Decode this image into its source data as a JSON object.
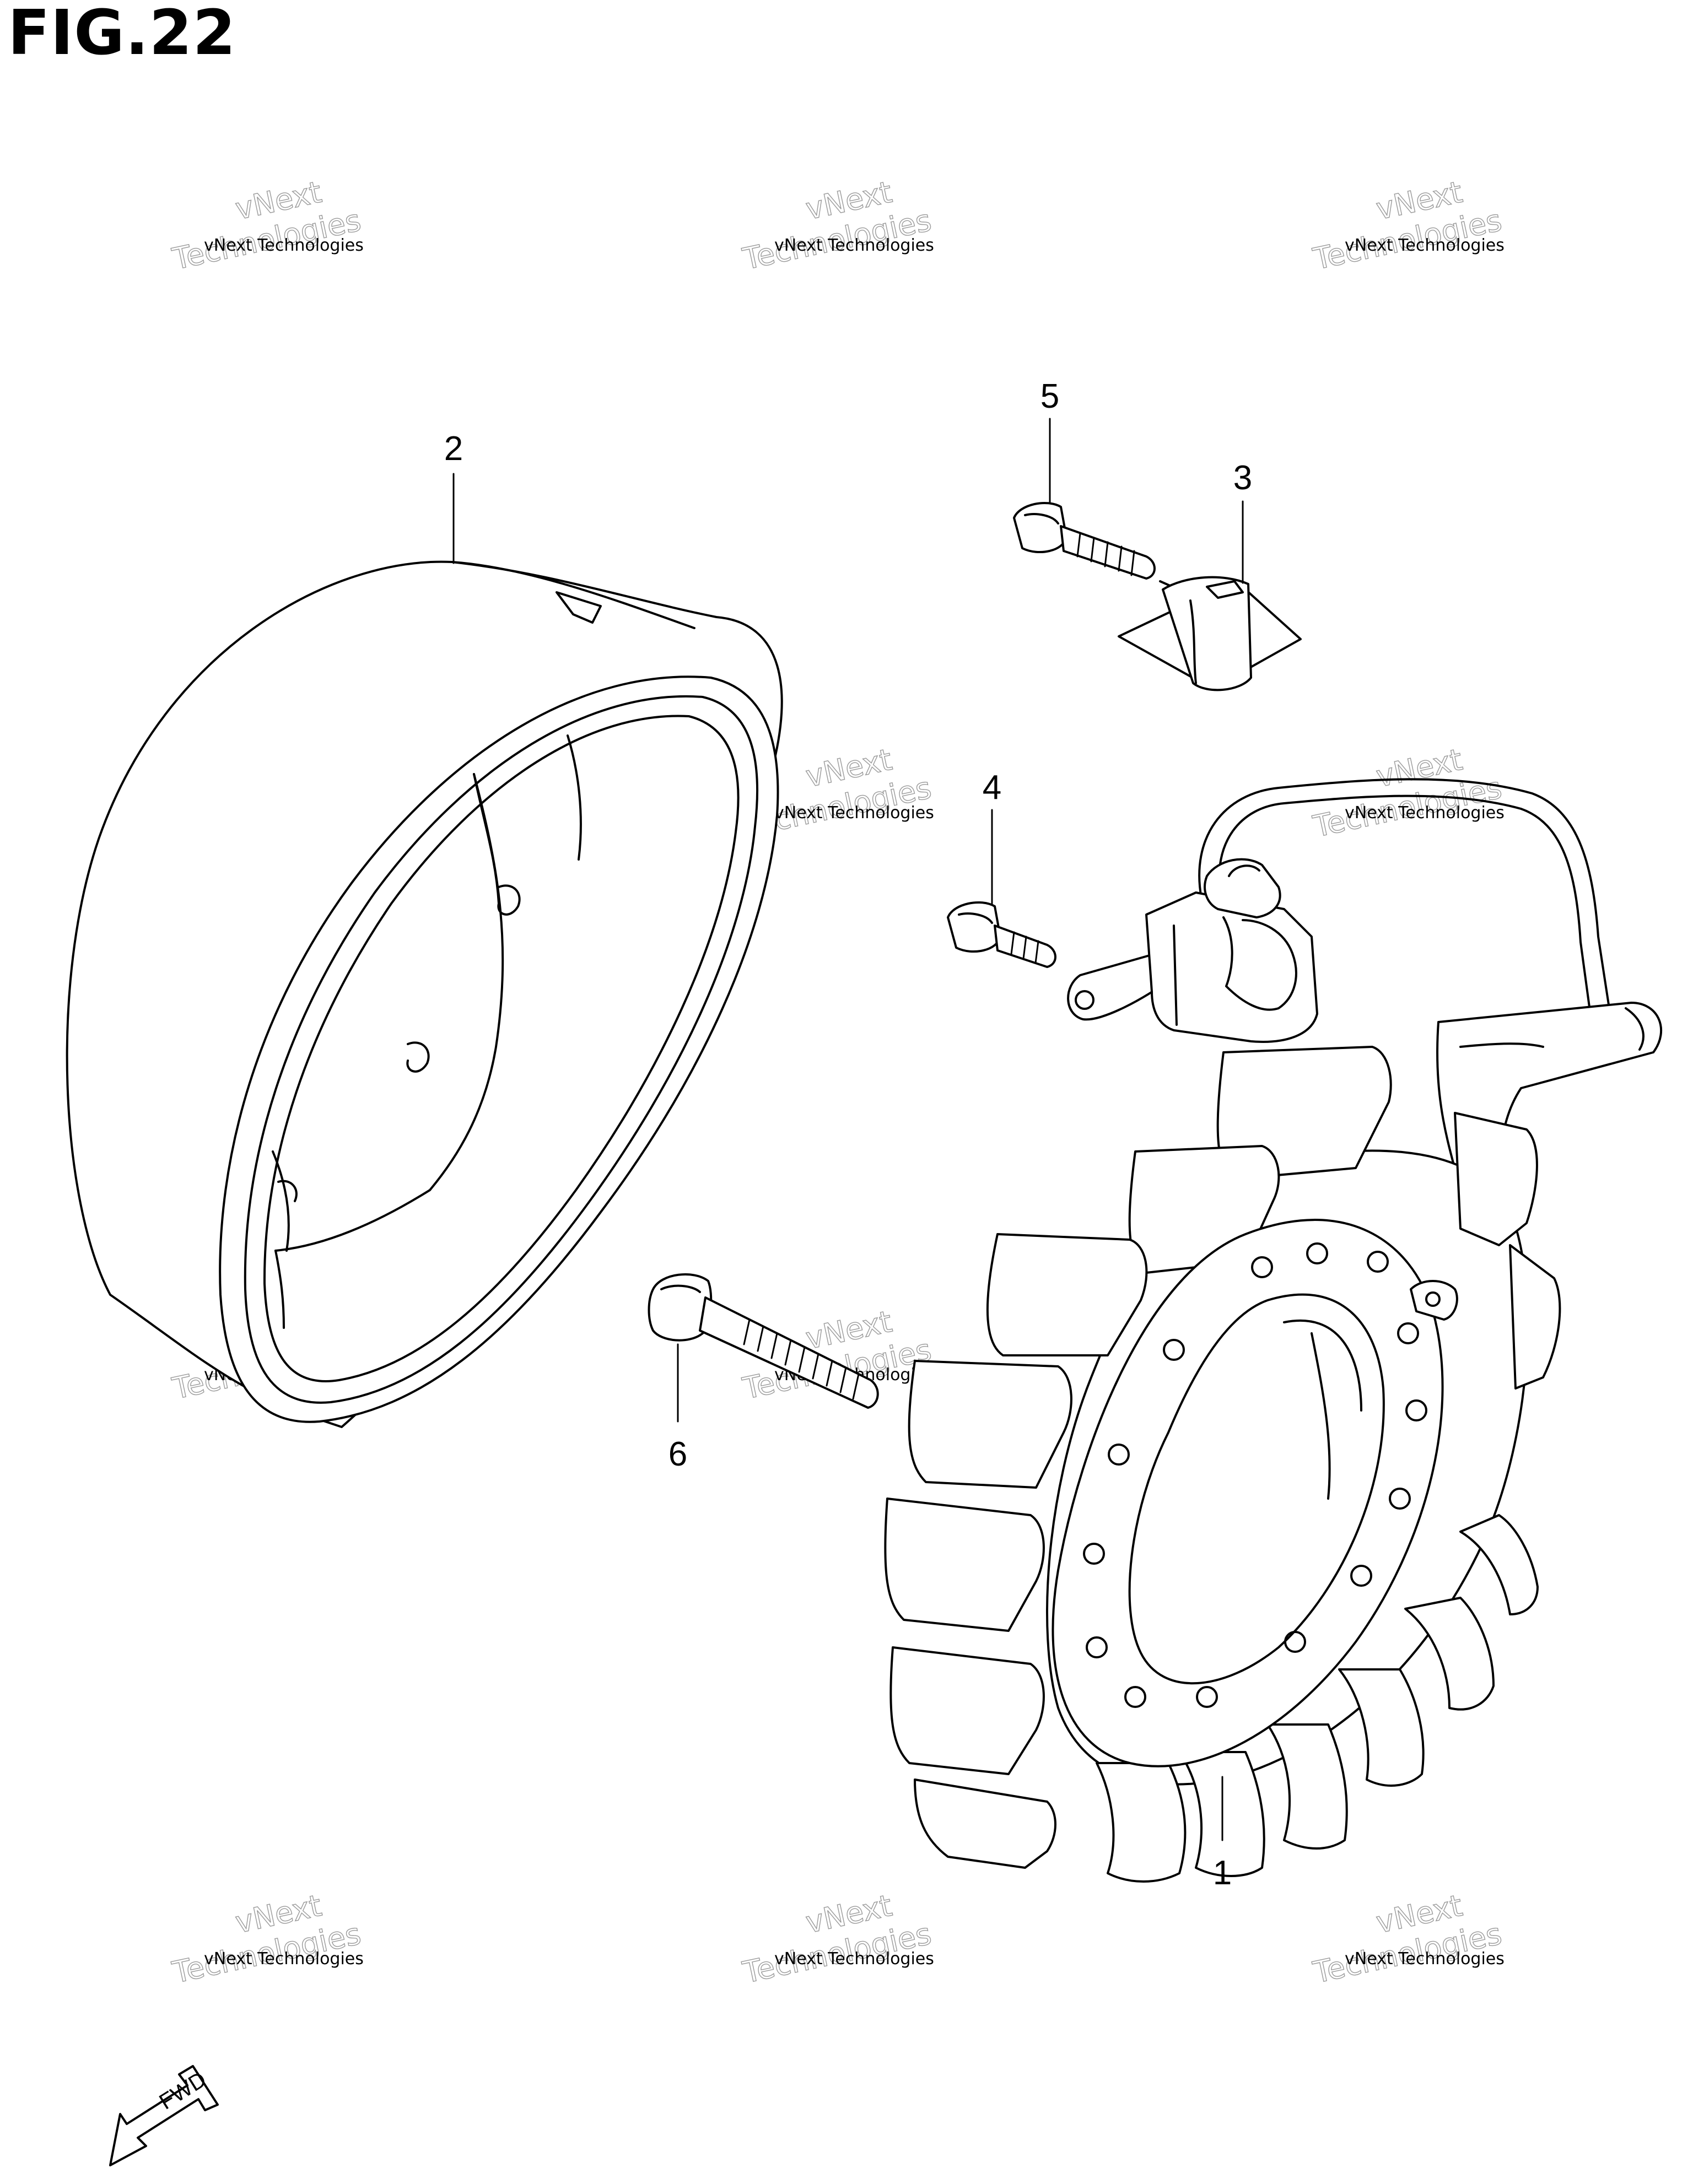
{
  "figure": {
    "title": "FIG.22"
  },
  "callouts": [
    {
      "id": "1",
      "label": "1"
    },
    {
      "id": "2",
      "label": "2"
    },
    {
      "id": "3",
      "label": "3"
    },
    {
      "id": "4",
      "label": "4"
    },
    {
      "id": "5",
      "label": "5"
    },
    {
      "id": "6",
      "label": "6"
    }
  ],
  "watermark": {
    "line_small": "vNext Technologies",
    "line_big_1": "vNext",
    "line_big_2": "Technologies"
  },
  "direction_marker": {
    "label": "FWD",
    "icon": "fwd-arrow-icon"
  }
}
